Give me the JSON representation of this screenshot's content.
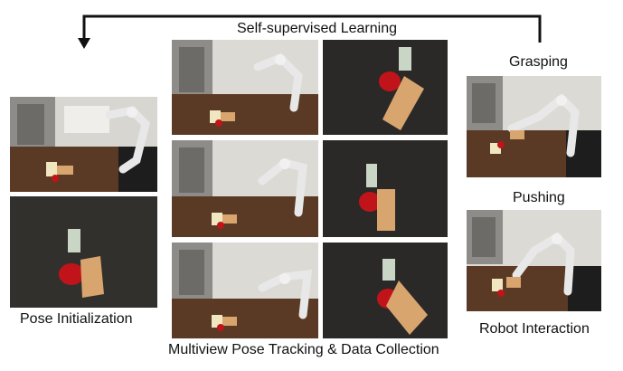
{
  "labels": {
    "self_supervised": "Self-supervised Learning",
    "grasping": "Grasping",
    "pushing": "Pushing",
    "pose_init": "Pose Initialization",
    "robot_interaction": "Robot Interaction",
    "multiview": "Multiview Pose Tracking & Data Collection"
  },
  "colors": {
    "arrow": "#111111",
    "table_wood": "#5a3a24",
    "table_dark": "#2b2927",
    "wood_block": "#d9a56f",
    "mug": "#c0141a",
    "robot": "#e8e8e8"
  },
  "photos": {
    "scene_views": [
      {
        "name": "pose-init-scene-photo",
        "content": "robot arm with table and objects"
      },
      {
        "name": "pose-init-closeup-photo",
        "content": "close-up of mug, box and wood block"
      },
      {
        "name": "multiview-scene-1-photo",
        "content": "robot arm with table and objects"
      },
      {
        "name": "multiview-closeup-1-photo",
        "content": "close-up of mug, box and wood block"
      },
      {
        "name": "multiview-scene-2-photo",
        "content": "robot arm with table and objects"
      },
      {
        "name": "multiview-closeup-2-photo",
        "content": "close-up of mug, box and wood block"
      },
      {
        "name": "multiview-scene-3-photo",
        "content": "robot arm with table and objects"
      },
      {
        "name": "multiview-closeup-3-photo",
        "content": "close-up of mug, box and wood block"
      },
      {
        "name": "grasping-photo",
        "content": "robot grasping object"
      },
      {
        "name": "pushing-photo",
        "content": "robot pushing object"
      }
    ]
  }
}
